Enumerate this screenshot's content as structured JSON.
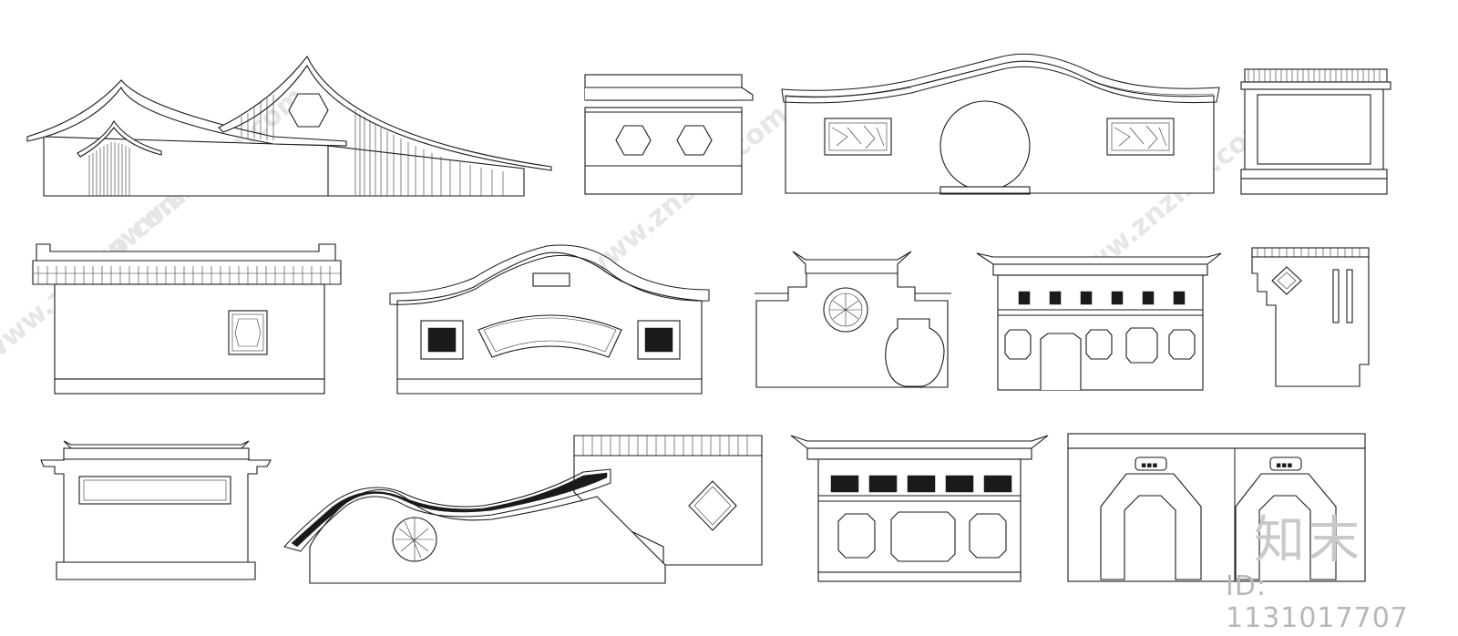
{
  "watermark": {
    "site": "www.znzmo.com",
    "logo_text": "知末",
    "id_label": "ID: 1131017707"
  },
  "colors": {
    "line": "#1a1a1a",
    "background": "#ffffff",
    "watermark": "#c9c9c9"
  }
}
